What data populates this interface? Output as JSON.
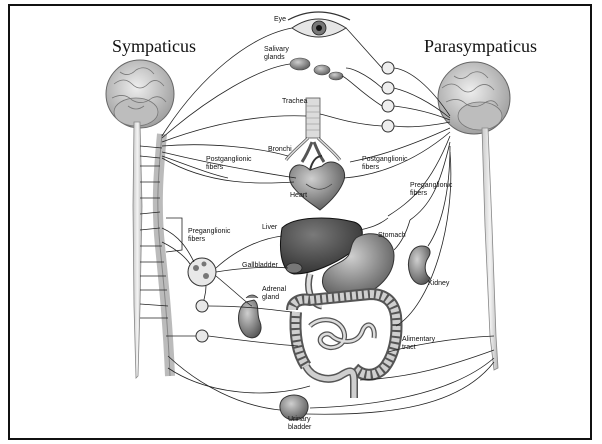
{
  "titles": {
    "left": "Sympaticus",
    "right": "Parasympaticus"
  },
  "labels": {
    "eye": "Eye",
    "salivary": "Salivary\nglands",
    "trachea": "Trachea",
    "bronchi": "Bronchi",
    "heart": "Heart",
    "postganglionic_left": "Postganglionic\nfibers",
    "postganglionic_right": "Postganglionic\nfibers",
    "preganglionic_right": "Preganglionic\nfibers",
    "preganglionic_left": "Preganglionic\nfibers",
    "liver": "Liver",
    "stomach": "Stomach",
    "gallbladder": "Gallbladder",
    "adrenal": "Adrenal\ngland",
    "kidney": "Kidney",
    "alimentary": "Alimentary\ntract",
    "urinary": "Urinary\nbladder"
  }
}
